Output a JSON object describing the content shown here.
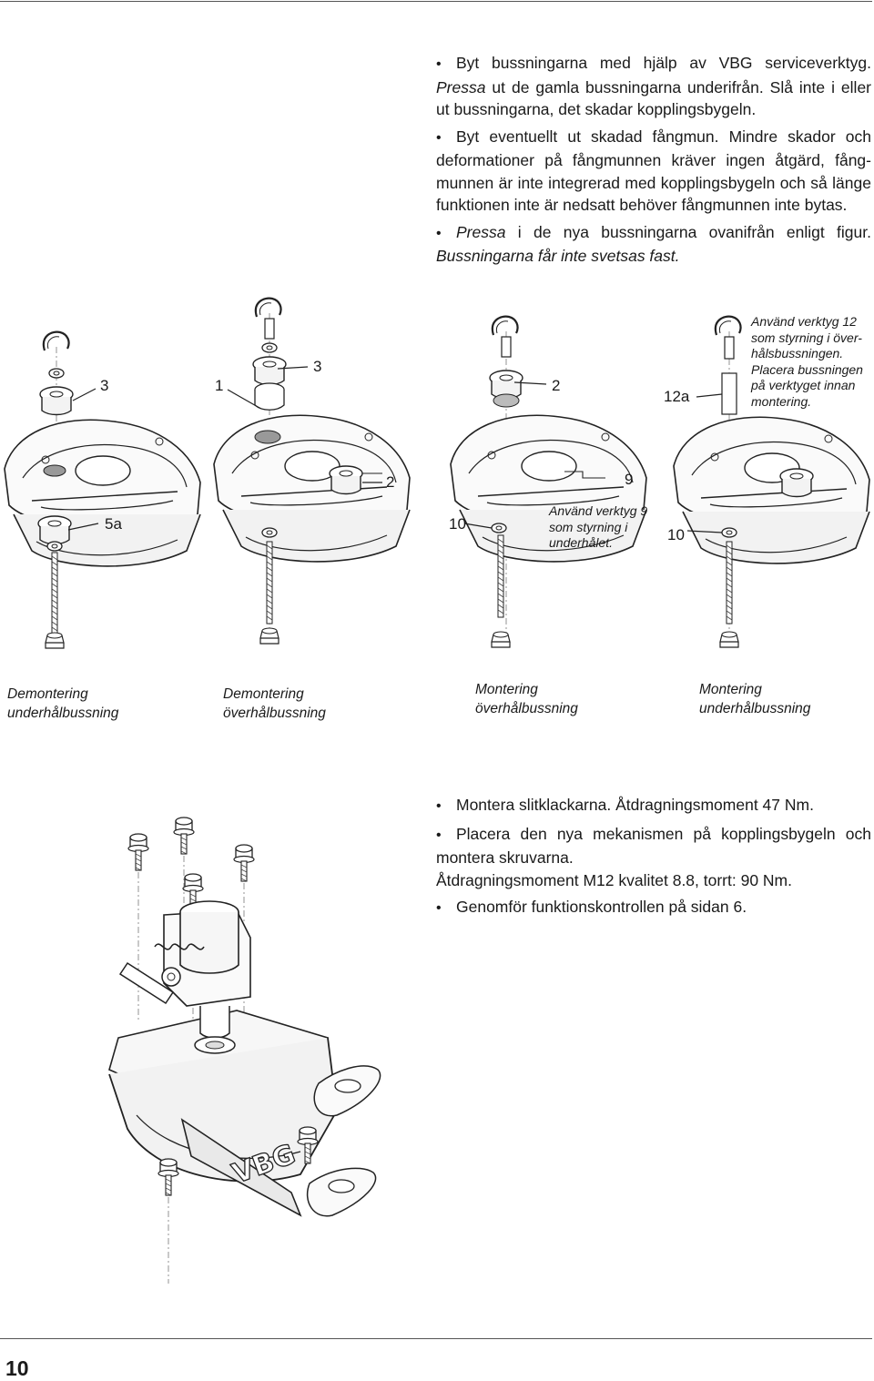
{
  "top_instructions": [
    {
      "plain_before": "Byt bussningarna med hjälp av VBG serviceverktyg. ",
      "italic": "Pressa",
      "plain_after": " ut de gamla bussningarna underifrån. Slå inte i eller ut bussningarna, det skadar kopplingsbygeln."
    },
    {
      "plain_before": "Byt eventuellt ut skadad fångmun. Mindre skador och deformationer på fångmunnen kräver ingen åtgärd, fång-munnen är inte integrerad med kopplingsbygeln och så länge funktionen inte är nedsatt behöver fångmunnen inte bytas.",
      "italic": "",
      "plain_after": ""
    },
    {
      "plain_before": "",
      "italic": "Pressa",
      "plain_after": " i de nya bussningarna ovanifrån enligt figur. ",
      "italic_tail": "Bussningarna får inte svetsas fast."
    }
  ],
  "callouts": {
    "c3a": "3",
    "c1": "1",
    "c3b": "3",
    "c2a": "2",
    "c12a": "12a",
    "c5a": "5a",
    "c2b": "2",
    "c9": "9",
    "c10a": "10",
    "c10b": "10"
  },
  "notes": {
    "tool12": "Använd verktyg 12 som styrning i över-hålsbussningen. Placera bussningen på verktyget innan montering.",
    "tool9": "Använd verktyg 9 som styrning i underhålet."
  },
  "captions": [
    {
      "line1": "Demontering",
      "line2": "underhålbussning"
    },
    {
      "line1": "Demontering",
      "line2": "överhålbussning"
    },
    {
      "line1": "Montering",
      "line2": "överhålbussning"
    },
    {
      "line1": "Montering",
      "line2": "underhålbussning"
    }
  ],
  "bottom_instructions": [
    {
      "text": "Montera slitklackarna. Åtdragningsmoment 47 Nm."
    },
    {
      "text": "Placera den nya mekanismen på kopplingsbygeln och montera skruvarna.",
      "extra": "Åtdragningsmoment M12 kvalitet 8.8, torrt: 90 Nm."
    },
    {
      "text": "Genomför funktionskontrollen på sidan 6."
    }
  ],
  "logo_text": "VBG",
  "page_number": "10"
}
